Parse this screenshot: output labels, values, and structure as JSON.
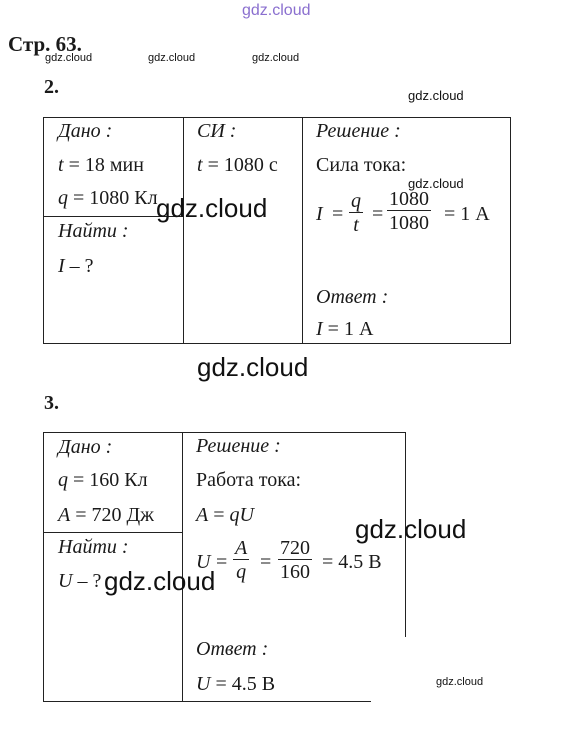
{
  "watermarks": {
    "top": "gdz.cloud",
    "small": "gdz.cloud",
    "large": "gdz.cloud"
  },
  "page_title": "Стр. 63.",
  "problem2": {
    "number": "2.",
    "given_header": "Дано :",
    "given": [
      {
        "var": "t",
        "eq": " = 18 мин"
      },
      {
        "var": "q",
        "eq": " = 1080 Кл"
      }
    ],
    "find_header": "Найти :",
    "find_var": "I",
    "find_rest": " – ?",
    "si_header": "СИ :",
    "si": [
      {
        "var": "t",
        "eq": " = 1080 с"
      }
    ],
    "solution_header": "Решение :",
    "law_label": "Сила тока:",
    "formula": {
      "lhs": "I",
      "frac1_num": "q",
      "frac1_den": "t",
      "frac2_num": "1080",
      "frac2_den": "1080",
      "result": "= 1 А"
    },
    "answer_header": "Ответ :",
    "answer_var": "I",
    "answer_rest": " = 1 А"
  },
  "problem3": {
    "number": "3.",
    "given_header": "Дано :",
    "given": [
      {
        "var": "q",
        "eq": " = 160 Кл"
      },
      {
        "var": "A",
        "eq": " = 720 Дж"
      }
    ],
    "find_header": "Найти :",
    "find_var": "U",
    "find_rest": " – ?",
    "solution_header": "Решение :",
    "law_label": "Работа тока:",
    "formula1": {
      "lhs": "A",
      "rhs": "qU"
    },
    "formula2": {
      "lhs": "U",
      "frac1_num": "A",
      "frac1_den": "q",
      "frac2_num": "720",
      "frac2_den": "160",
      "result": "= 4.5 В"
    },
    "answer_header": "Ответ :",
    "answer_var": "U",
    "answer_rest": " = 4.5 В"
  }
}
